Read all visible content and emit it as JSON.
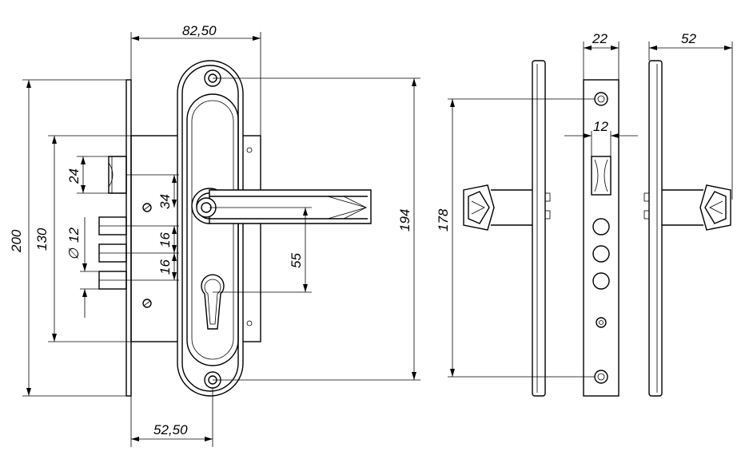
{
  "dimensions": {
    "plate_width": "82,50",
    "backset": "52,50",
    "total_height": "200",
    "case_height": "130",
    "latch_height": "24",
    "latch_to_handle": "34",
    "bolt_spacing_1": "16",
    "bolt_spacing_2": "16",
    "bolt_diameter": "12",
    "handle_to_cylinder": "55",
    "plate_height": "194",
    "faceplate_span": "178",
    "faceplate_width": "22",
    "faceplate_latch": "12",
    "side_depth": "52"
  },
  "diameter_symbol": "∅"
}
